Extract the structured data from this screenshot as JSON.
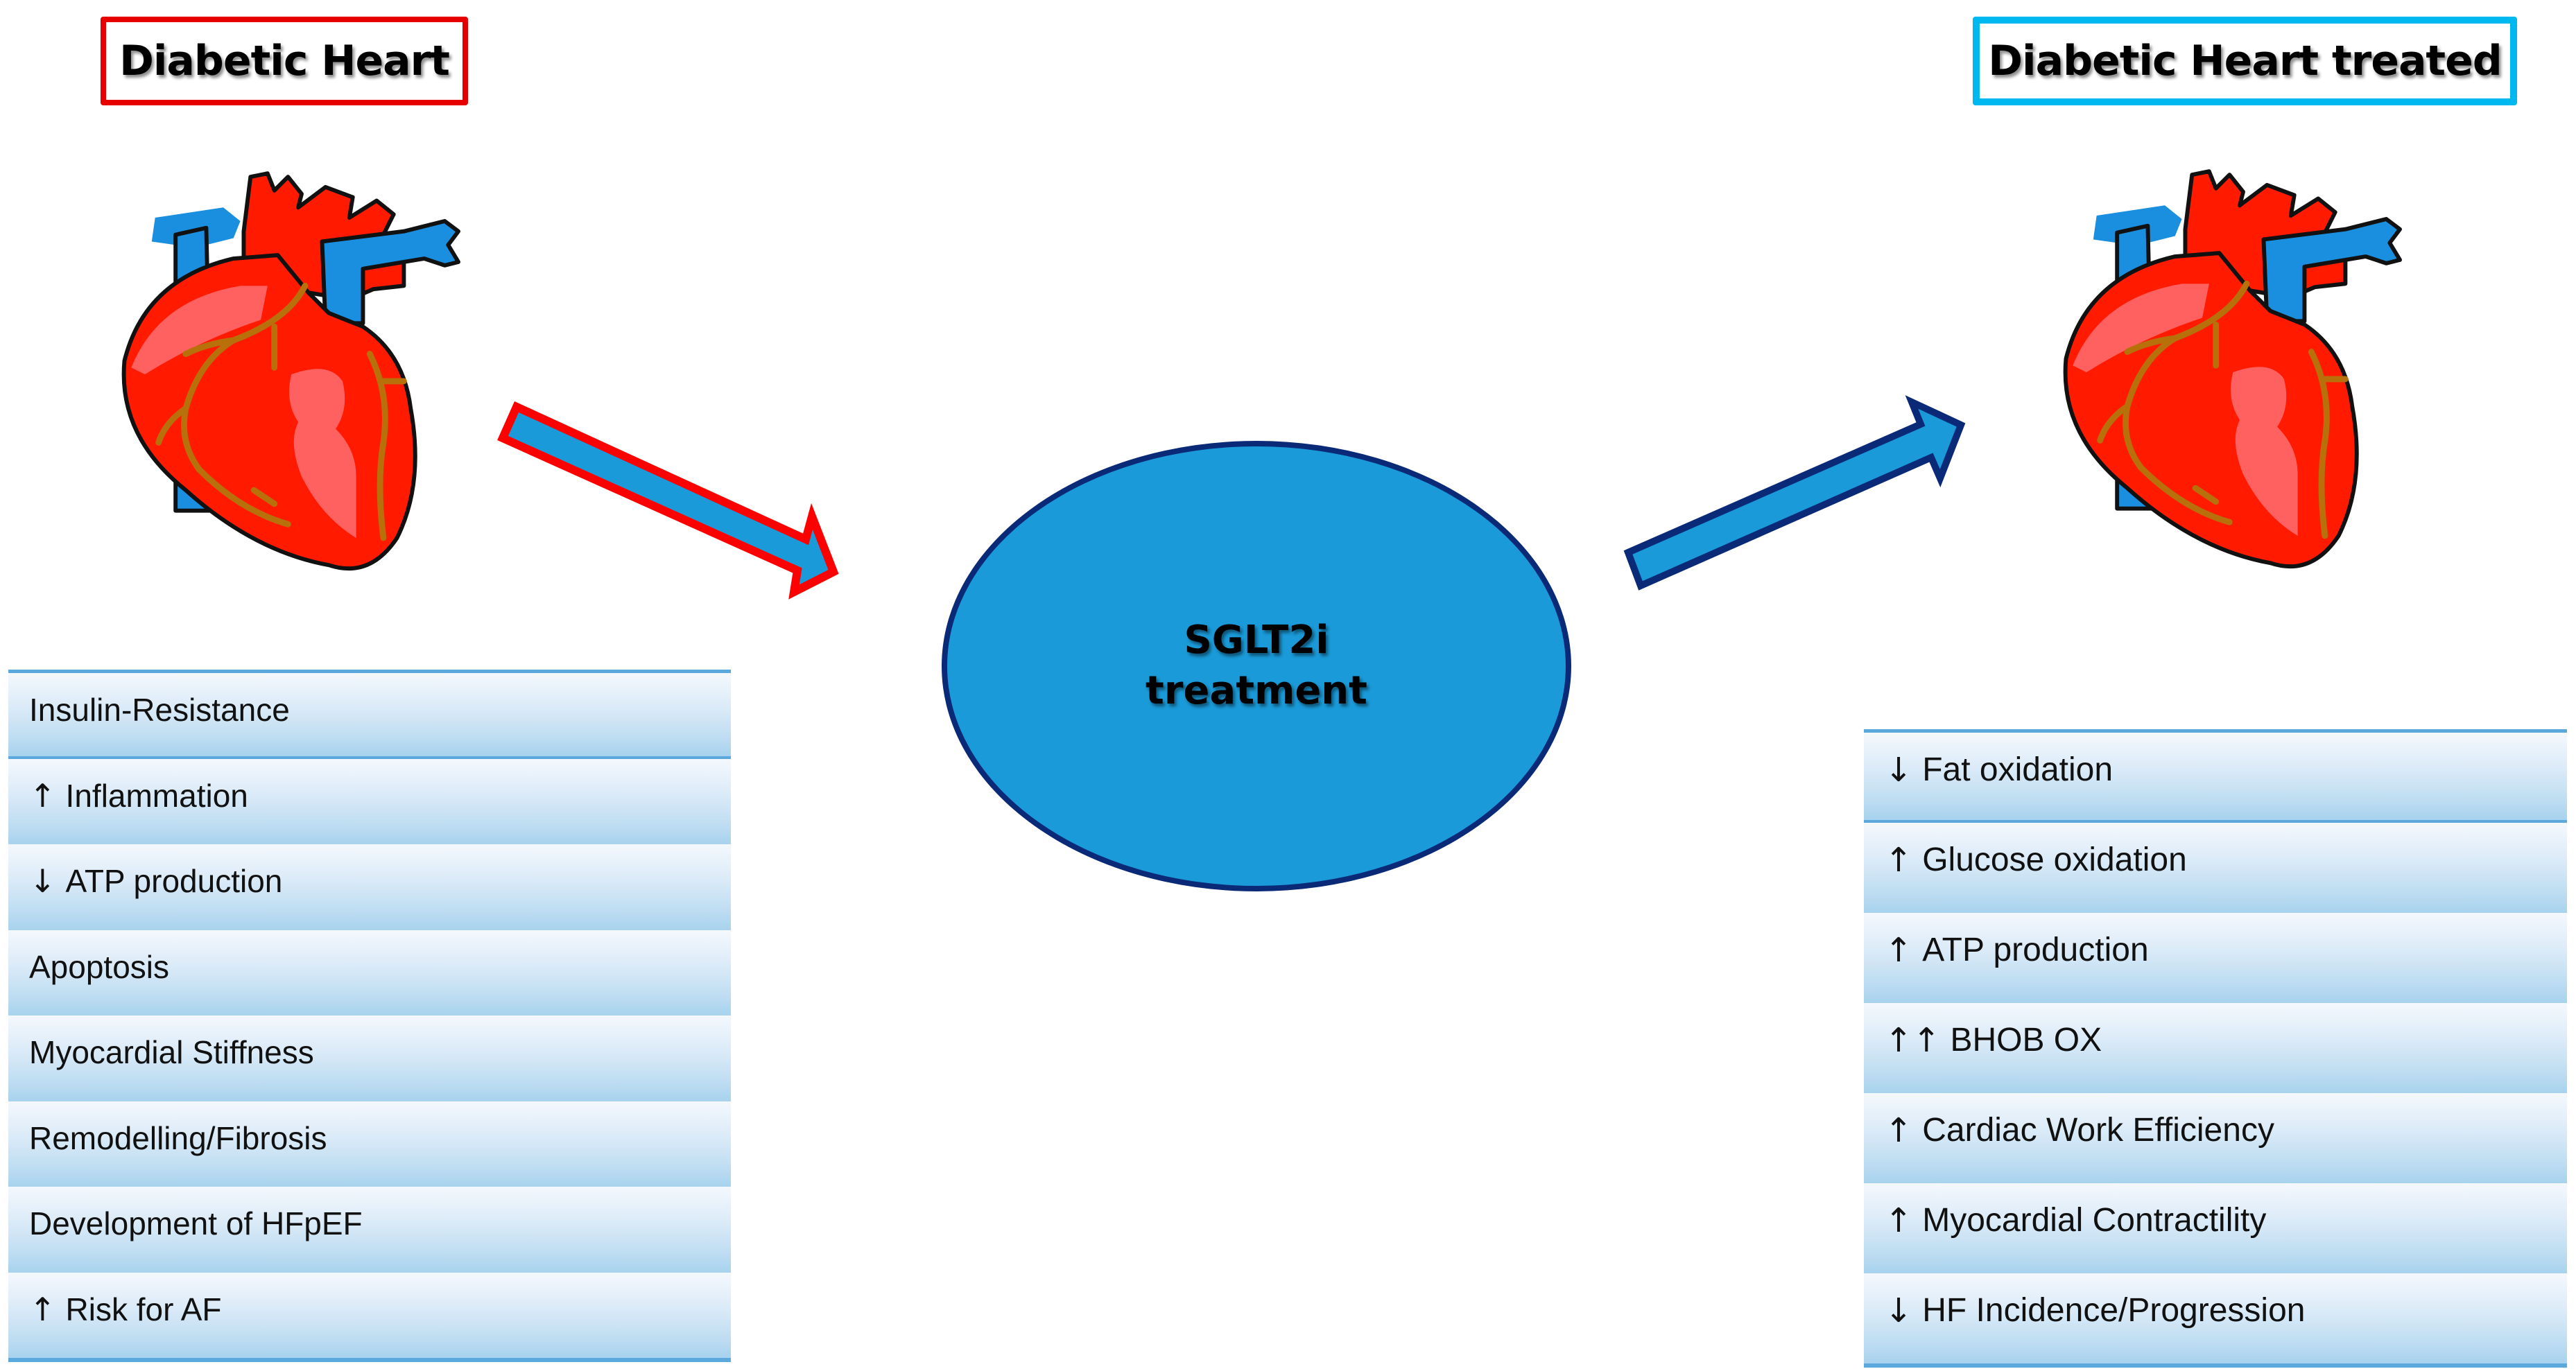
{
  "diagram": {
    "left_panel": {
      "title": "Diabetic Heart",
      "title_border_color": "#e60000",
      "items": [
        {
          "arrow": "",
          "label": "Insulin-Resistance"
        },
        {
          "arrow": "↑",
          "label": "Inflammation"
        },
        {
          "arrow": "↓",
          "label": "ATP production"
        },
        {
          "arrow": "",
          "label": "Apoptosis"
        },
        {
          "arrow": "",
          "label": "Myocardial Stiffness"
        },
        {
          "arrow": "",
          "label": "Remodelling/Fibrosis"
        },
        {
          "arrow": "",
          "label": "Development of HFpEF"
        },
        {
          "arrow": "↑",
          "label": "Risk for AF"
        }
      ]
    },
    "center": {
      "line1": "SGLT2i",
      "line2": "treatment",
      "fill_color": "#1a9ad8",
      "border_color": "#0a2a78"
    },
    "right_panel": {
      "title": "Diabetic Heart treated",
      "title_border_color": "#00b8f0",
      "items": [
        {
          "arrow": "↓",
          "label": "Fat oxidation"
        },
        {
          "arrow": "↑",
          "label": "Glucose oxidation"
        },
        {
          "arrow": "↑",
          "label": "ATP production"
        },
        {
          "arrow": "↑↑",
          "label": "BHOB OX"
        },
        {
          "arrow": "↑",
          "label": "Cardiac Work Efficiency"
        },
        {
          "arrow": "↑",
          "label": "Myocardial Contractility"
        },
        {
          "arrow": "↓",
          "label": "HF Incidence/Progression"
        }
      ]
    },
    "icons": {
      "left_heart": "heart-anatomy-icon",
      "right_heart": "heart-anatomy-icon",
      "left_arrow": "arrow-down-right-icon",
      "right_arrow": "arrow-up-right-icon"
    }
  }
}
